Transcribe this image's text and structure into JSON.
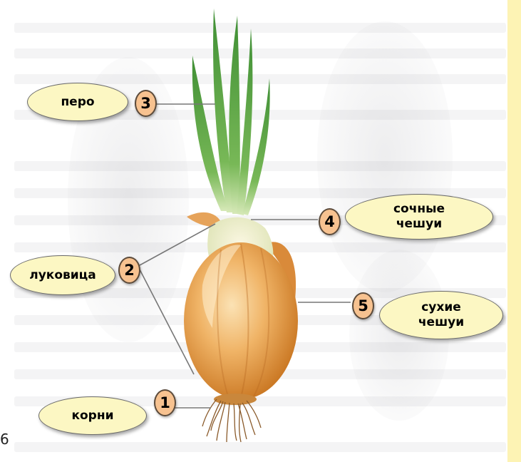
{
  "labels": {
    "pero": {
      "text": "перо",
      "number": "3"
    },
    "lukovitsa": {
      "text": "луковица",
      "number": "2"
    },
    "korni": {
      "text": "корни",
      "number": "1"
    },
    "sochnye": {
      "text": "сочные\nчешуи",
      "number": "4"
    },
    "sukhie": {
      "text": "сухие\nчешуи",
      "number": "5"
    }
  },
  "page_number": "6",
  "colors": {
    "callout_fill": "#fcf7c3",
    "badge_fill": "#f7c290",
    "frame_background": "#fdf3b4",
    "onion_body": "#e0902e",
    "leaf_green": "#4e9d3c"
  }
}
